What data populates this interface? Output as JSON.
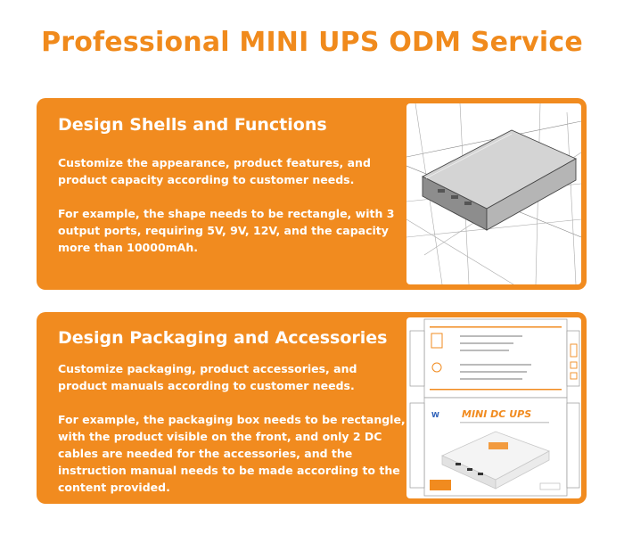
{
  "page": {
    "title": "Professional MINI UPS ODM Service"
  },
  "cards": [
    {
      "heading": "Design Shells and Functions",
      "para1": "Customize the appearance, product features, and product capacity according to customer needs.",
      "para2": "For example, the shape needs to be rectangle, with 3 output ports, requiring 5V, 9V, 12V, and the capacity more than 10000mAh.",
      "image": "ups-wireframe-sketch"
    },
    {
      "heading": "Design Packaging and Accessories",
      "para1": "Customize packaging, product accessories, and product manuals according to customer needs.",
      "para2": "For example, the packaging box needs to be rectangle, with the product visible on the front, and only 2 DC cables are needed for the accessories, and the instruction manual needs to be made according to the content provided.",
      "image": "packaging-box-dieline",
      "box_label": "MINI DC UPS"
    }
  ],
  "colors": {
    "accent": "#f08a1c",
    "card_bg": "#f18b1f",
    "text_on_card": "#ffffff"
  }
}
